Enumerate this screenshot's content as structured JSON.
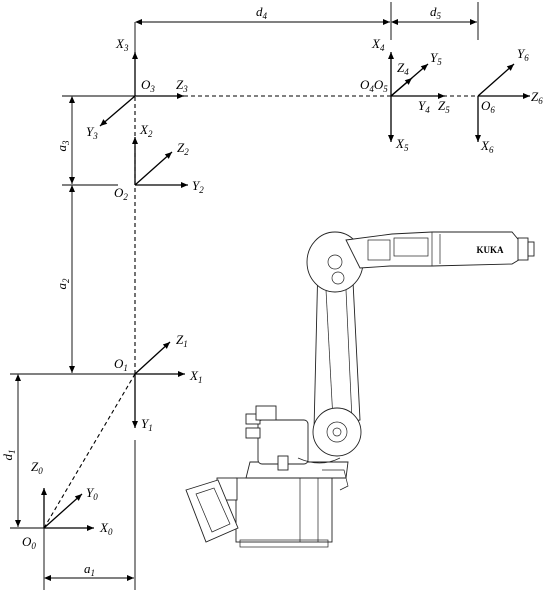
{
  "frames": [
    {
      "id": "0",
      "origin": "O",
      "x": "X",
      "y": "Y",
      "z": "Z",
      "sub": "0"
    },
    {
      "id": "1",
      "origin": "O",
      "x": "X",
      "y": "Y",
      "z": "Z",
      "sub": "1"
    },
    {
      "id": "2",
      "origin": "O",
      "x": "X",
      "y": "Y",
      "z": "Z",
      "sub": "2"
    },
    {
      "id": "3",
      "origin": "O",
      "x": "X",
      "y": "Y",
      "z": "Z",
      "sub": "3"
    },
    {
      "id": "4",
      "x": "X",
      "y": "Y",
      "z": "Z",
      "sub": "4"
    },
    {
      "id": "5",
      "x": "X",
      "y": "Y",
      "z": "Z",
      "sub": "5"
    },
    {
      "id": "6",
      "origin": "O",
      "x": "X",
      "y": "Y",
      "z": "Z",
      "sub": "6"
    }
  ],
  "origin45": {
    "letter": "O",
    "sub_a": "4",
    "sub_b": "5"
  },
  "dimensions": [
    {
      "id": "a1",
      "letter": "a",
      "sub": "1"
    },
    {
      "id": "a2",
      "letter": "a",
      "sub": "2"
    },
    {
      "id": "a3",
      "letter": "a",
      "sub": "3"
    },
    {
      "id": "d1",
      "letter": "d",
      "sub": "1"
    },
    {
      "id": "d4",
      "letter": "d",
      "sub": "4"
    },
    {
      "id": "d5",
      "letter": "d",
      "sub": "5"
    }
  ],
  "robot_brand": "KUKA",
  "colors": {
    "line": "#000000",
    "robot": "#222222",
    "background": "#ffffff"
  }
}
